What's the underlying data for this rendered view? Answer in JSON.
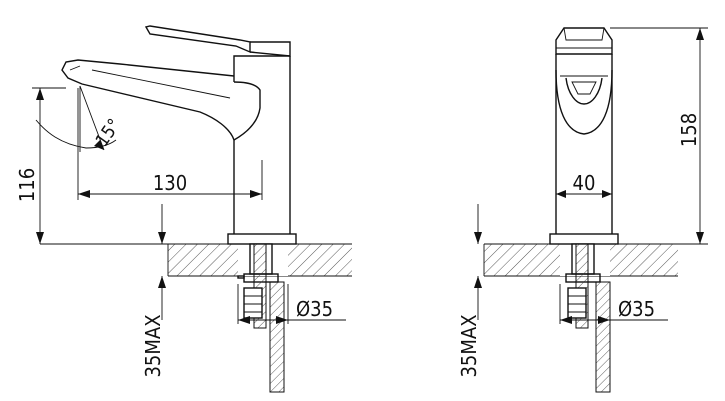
{
  "side_view": {
    "height_label": "116",
    "reach_label": "130",
    "angle_label": "15°",
    "hole_label": "Ø35",
    "deck_label": "35MAX"
  },
  "front_view": {
    "height_label": "158",
    "width_label": "40",
    "hole_label": "Ø35",
    "deck_label": "35MAX"
  },
  "colors": {
    "line": "#111111",
    "background": "#ffffff"
  }
}
